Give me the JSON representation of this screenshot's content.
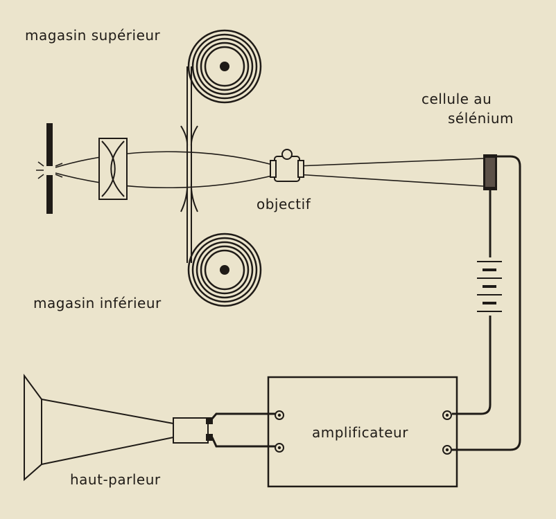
{
  "labels": {
    "upper_magazine": "magasin supérieur",
    "lower_magazine": "magasin inférieur",
    "cell_line1": "cellule au",
    "cell_line2": "sélénium",
    "objective": "objectif",
    "amplifier": "amplificateur",
    "speaker": "haut-parleur"
  },
  "colors": {
    "paper": "#ebe4cc",
    "ink": "#1f1b17"
  }
}
